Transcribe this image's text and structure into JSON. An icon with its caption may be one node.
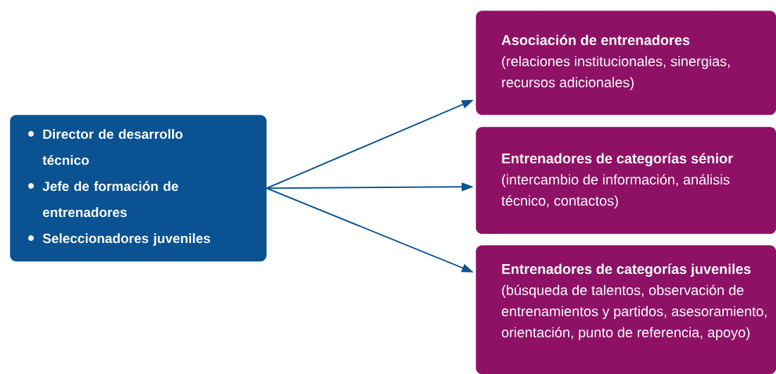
{
  "diagram": {
    "nodes": [
      {
        "text": [
          "Director de desarrollo técnico",
          "Jefe de formación de entrenadores",
          "Seleccionadores juveniles"
        ]
      },
      {
        "text": [
          "Asociación de entrenadores",
          "(relaciones institucionales, sinergias, recursos adicionales)"
        ]
      },
      {
        "text": [
          "**Entrenadores de categorías sénior** (intercambio de información, análisis técnico, contactos)"
        ]
      },
      {
        "text": [
          "**Entrenadores de categorías juveniles** (búsqueda de talentos, observación de entrenamientos y partidos, asesoramiento, orientación, punto de referencia, apoyo)"
        ]
      }
    ],
    "edges": [
      {
        "from": 0,
        "to": 1,
        "arrow": "to"
      },
      {
        "from": 0,
        "to": 2,
        "arrow": "to"
      },
      {
        "from": 0,
        "to": 3,
        "arrow": "to"
      }
    ]
  }
}
